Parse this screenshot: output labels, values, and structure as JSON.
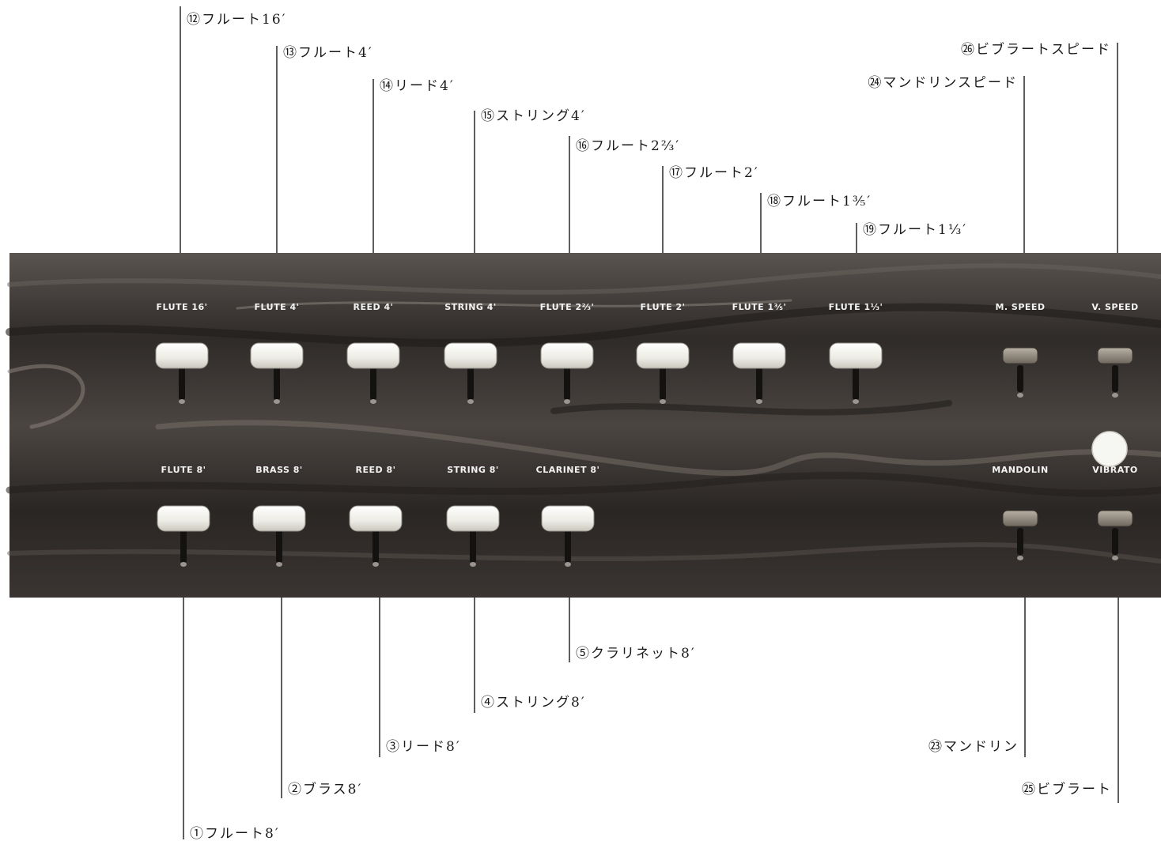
{
  "panel": {
    "wood_color": "#3e3a37",
    "tab_color": "#f2f1ea",
    "small_tab_color": "#8c8478",
    "upper_row": [
      {
        "label": "FLUTE 16'"
      },
      {
        "label": "FLUTE 4'"
      },
      {
        "label": "REED 4'"
      },
      {
        "label": "STRING 4'"
      },
      {
        "label": "FLUTE 2⅔'"
      },
      {
        "label": "FLUTE 2'"
      },
      {
        "label": "FLUTE 1⅗'"
      },
      {
        "label": "FLUTE 1⅓'"
      },
      {
        "label": "M. SPEED"
      },
      {
        "label": "V. SPEED"
      }
    ],
    "lower_row": [
      {
        "label": "FLUTE 8'"
      },
      {
        "label": "BRASS 8'"
      },
      {
        "label": "REED 8'"
      },
      {
        "label": "STRING 8'"
      },
      {
        "label": "CLARINET 8'"
      },
      {
        "label": "MANDOLIN"
      },
      {
        "label": "VIBRATO"
      }
    ]
  },
  "callouts_top": [
    {
      "text": "⑫フルート16′"
    },
    {
      "text": "⑬フルート4′"
    },
    {
      "text": "⑭リード4′"
    },
    {
      "text": "⑮ストリング4′"
    },
    {
      "text": "⑯フルート2⅔′"
    },
    {
      "text": "⑰フルート2′"
    },
    {
      "text": "⑱フルート1⅗′"
    },
    {
      "text": "⑲フルート1⅓′"
    },
    {
      "text": "㉖ビブラートスピード"
    },
    {
      "text": "㉔マンドリンスピード"
    }
  ],
  "callouts_bottom": [
    {
      "text": "⑤クラリネット8′"
    },
    {
      "text": "④ストリング8′"
    },
    {
      "text": "③リード8′"
    },
    {
      "text": "㉓マンドリン"
    },
    {
      "text": "②ブラス8′"
    },
    {
      "text": "㉕ビブラート"
    },
    {
      "text": "①フルート8′"
    }
  ]
}
